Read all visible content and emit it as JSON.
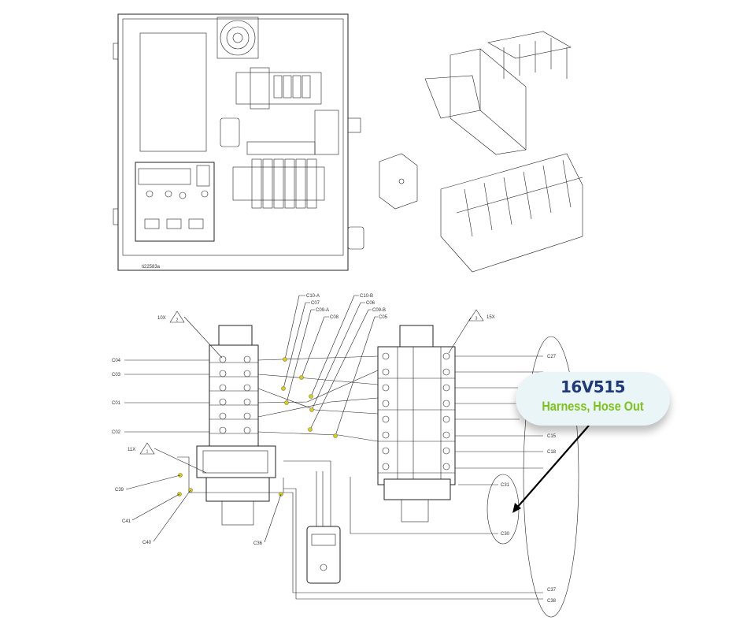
{
  "panel_figure": {
    "ref_label": "ti22583a"
  },
  "schematic": {
    "left_terminal_labels": [
      "C04",
      "C03",
      "C01",
      "C02"
    ],
    "left_terminal_qty": "10X",
    "power_supply_qty": "11X",
    "top_wire_labels": [
      "C10-A",
      "C07",
      "C09-A",
      "C08",
      "C10-B",
      "C06",
      "C09-B",
      "C05"
    ],
    "right_terminal_qty": "15X",
    "right_labels": [
      "C27",
      "C15",
      "C18",
      "C31",
      "C30",
      "C37",
      "C38"
    ],
    "bottom_left_labels": [
      "C39",
      "C41",
      "C40",
      "C36"
    ],
    "warning_numbers": [
      "2",
      "1",
      "3"
    ]
  },
  "callout": {
    "part_number": "16V515",
    "description": "Harness, Hose Out"
  },
  "colors": {
    "part_number": "#1f3a7a",
    "description": "#7cc21a",
    "callout_bg": "#eaf5f7",
    "wire_dot": "#e0d000"
  }
}
